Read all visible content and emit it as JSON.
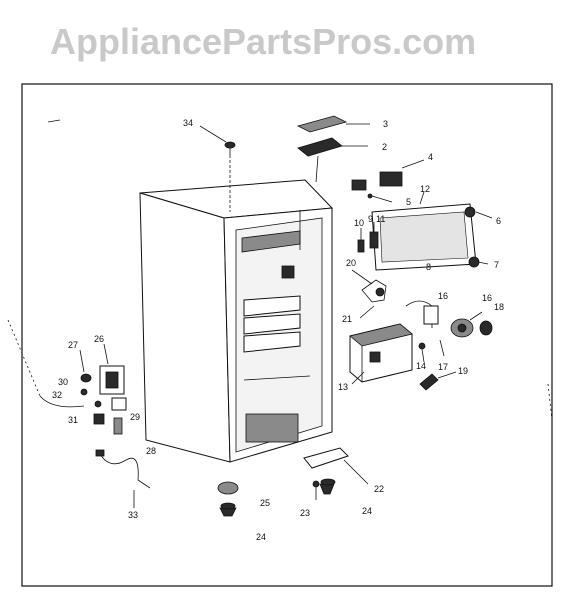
{
  "watermark": "AppliancePartsPros.com",
  "callouts": {
    "c34": "34",
    "c3": "3",
    "c2": "2",
    "c4": "4",
    "c5": "5",
    "c12": "12",
    "c6": "6",
    "c10": "10",
    "c9": "9",
    "c11": "11",
    "c8": "8",
    "c7": "7",
    "c20": "20",
    "c16a": "16",
    "c16b": "16",
    "c18": "18",
    "c21": "21",
    "c14": "14",
    "c17": "17",
    "c13": "13",
    "c19": "19",
    "c27": "27",
    "c26": "26",
    "c30": "30",
    "c32": "32",
    "c29": "29",
    "c31": "31",
    "c28": "28",
    "c33": "33",
    "c25": "25",
    "c23": "23",
    "c22": "22",
    "c24a": "24",
    "c24b": "24"
  }
}
